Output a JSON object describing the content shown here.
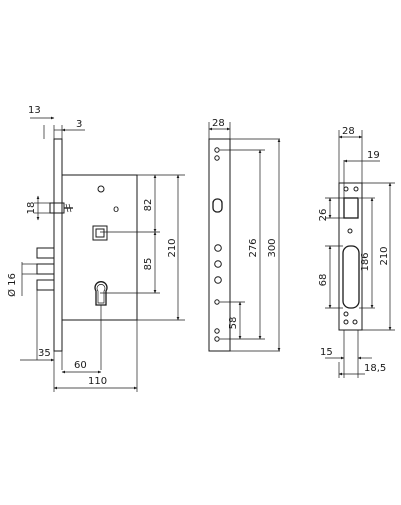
{
  "dimensions": {
    "d13": "13",
    "d3": "3",
    "d18": "18",
    "d16": "Ø 16",
    "d35": "35",
    "d60": "60",
    "d110": "110",
    "d82": "82",
    "d85": "85",
    "d210a": "210",
    "d28a": "28",
    "d276": "276",
    "d300": "300",
    "d58": "58",
    "d28b": "28",
    "d19": "19",
    "d26": "26",
    "d68": "68",
    "d186": "186",
    "d210b": "210",
    "d15": "15",
    "d185": "18,5"
  },
  "lock_body": {
    "lock_mark": "o"
  }
}
